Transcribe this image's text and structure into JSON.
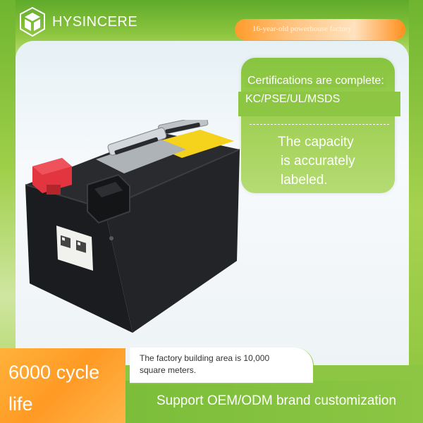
{
  "brand": {
    "name": "HYSINCERE",
    "logo_icon": "cube-logo-icon"
  },
  "factory_badge": "16-year-old powerhouse factory",
  "certifications": {
    "title": "Certifications are complete:",
    "list": "KC/PSE/UL/MSDS"
  },
  "capacity": {
    "line1": "The capacity",
    "line2": "is accurately",
    "line3": "labeled."
  },
  "factory_area": "The factory building area is 10,000 square meters.",
  "cycle_life": {
    "line1": "6000 cycle",
    "line2": "life"
  },
  "customization": "Support OEM/ODM brand customization",
  "colors": {
    "brand_green": "#8cc643",
    "accent_orange": "#ff9a24",
    "battery_body": "#1e1f22",
    "terminal_red": "#e2353f",
    "handle_plate_yellow": "#f5d21c"
  }
}
